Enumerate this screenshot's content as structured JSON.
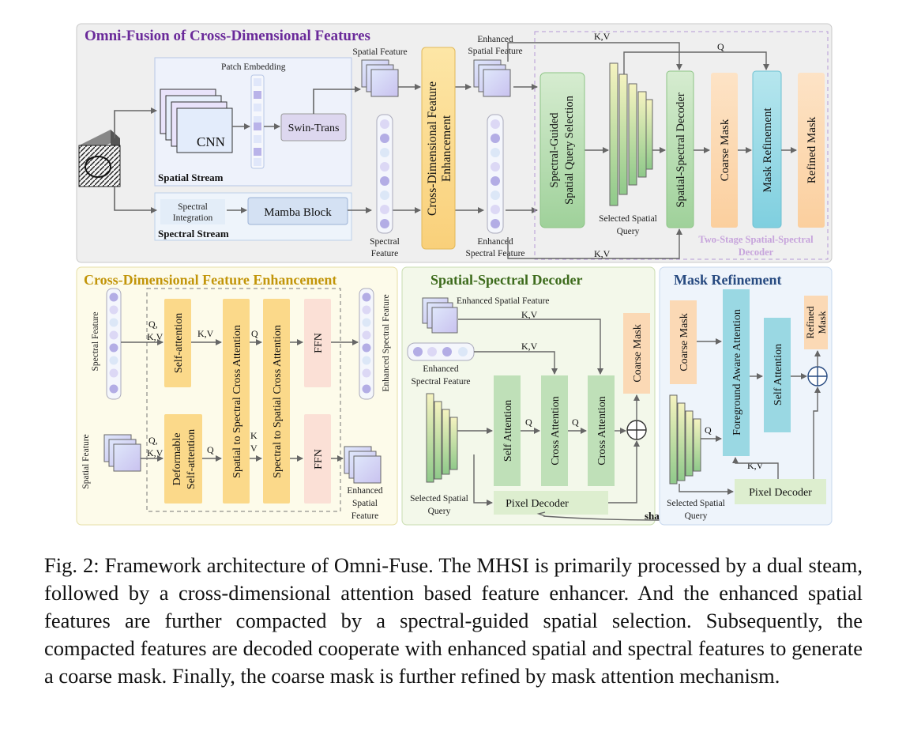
{
  "top": {
    "title": "Omni-Fusion of Cross-Dimensional Features",
    "patch_embedding": "Patch Embedding",
    "cnn": "CNN",
    "swin_trans": "Swin-Trans",
    "spatial_stream": "Spatial Stream",
    "spectral_integration_1": "Spectral",
    "spectral_integration_2": "Integration",
    "mamba_block": "Mamba Block",
    "spectral_stream": "Spectral Stream",
    "spatial_feature": "Spatial Feature",
    "spectral_feature_1": "Spectral",
    "spectral_feature_2": "Feature",
    "cdfe_1": "Cross-Dimensional Feature",
    "cdfe_2": "Enhancement",
    "enh_spatial_1": "Enhanced",
    "enh_spatial_2": "Spatial Feature",
    "enh_spectral_1": "Enhanced",
    "enh_spectral_2": "Spectral Feature",
    "kv_top": "K,V",
    "q_top": "Q",
    "kv_bottom": "K,V",
    "sgsqs_1": "Spectral-Guided",
    "sgsqs_2": "Spatial Query Selection",
    "selected_query_1": "Selected Spatial",
    "selected_query_2": "Query",
    "ssd": "Spatial-Spectral Decoder",
    "coarse_mask": "Coarse Mask",
    "mask_refinement": "Mask Refinement",
    "refined_mask": "Refined Mask",
    "two_stage_1": "Two-Stage Spatial-Spectral",
    "two_stage_2": "Decoder"
  },
  "cdfe_panel": {
    "title": "Cross-Dimensional Feature Enhancement",
    "spectral_feature": "Spectral Feature",
    "spatial_feature": "Spatial Feature",
    "qkv_1a": "Q,",
    "qkv_1b": "K,V",
    "self_attention": "Self-attention",
    "kv_1": "K,V",
    "s2s_cross": "Spatial to Spectral Cross Attention",
    "q_1": "Q",
    "sp2s_cross": "Spectral to Spatial Cross Attention",
    "ffn_1": "FFN",
    "enh_spectral": "Enhanced Spectral Feature",
    "qkv_2a": "Q,",
    "qkv_2b": "K,V",
    "deformable_1": "Deformable",
    "deformable_2": "Self-attention",
    "q_2": "Q",
    "k_2": "K",
    "v_2": "V",
    "ffn_2": "FFN",
    "enh_spatial_1": "Enhanced",
    "enh_spatial_2": "Spatial",
    "enh_spatial_3": "Feature"
  },
  "decoder_panel": {
    "title": "Spatial-Spectral Decoder",
    "enh_spatial": "Enhanced Spatial Feature",
    "kv_1": "K,V",
    "kv_2": "K,V",
    "enh_spectral_1": "Enhanced",
    "enh_spectral_2": "Spectral Feature",
    "self_attention": "Self Attention",
    "q_1": "Q",
    "cross_attention_1": "Cross Attention",
    "q_2": "Q",
    "cross_attention_2": "Cross Attention",
    "coarse_mask": "Coarse Mask",
    "selected_query_1": "Selected Spatial",
    "selected_query_2": "Query",
    "pixel_decoder": "Pixel Decoder",
    "share": "share"
  },
  "refine_panel": {
    "title": "Mask Refinement",
    "coarse_mask": "Coarse Mask",
    "foreground_attention": "Foreground Aware Attention",
    "self_attention": "Self Attention",
    "refined_mask_1": "Refined",
    "refined_mask_2": "Mask",
    "q": "Q",
    "kv": "K,V",
    "selected_query_1": "Selected Spatial",
    "selected_query_2": "Query",
    "pixel_decoder": "Pixel Decoder"
  },
  "caption": "Fig. 2: Framework architecture of Omni-Fuse. The MHSI is primarily processed by a dual steam, followed by a cross-dimensional attention based feature enhancer. And the enhanced spatial features are further compacted by a spectral-guided spatial selection. Subsequently, the compacted features are decoded cooperate with enhanced spatial and spectral features to generate a coarse mask. Finally, the coarse mask is further refined by mask attention mechanism.",
  "colors": {
    "top_bg": "#efefef",
    "cdfe_bg": "#fdfbea",
    "decoder_bg": "#f3f8ea",
    "refine_bg": "#eef4fb",
    "cdfe_title": "#c2950a",
    "decoder_title": "#3d6b1c",
    "refine_title": "#274a80",
    "top_title": "#6a2a9a",
    "orange_block": "#fbd9b5",
    "yellow_block": "#fbd98a",
    "green_block": "#bfe0b8",
    "cyan_block": "#9ad8e3",
    "pink_block": "#fbe0d6"
  }
}
